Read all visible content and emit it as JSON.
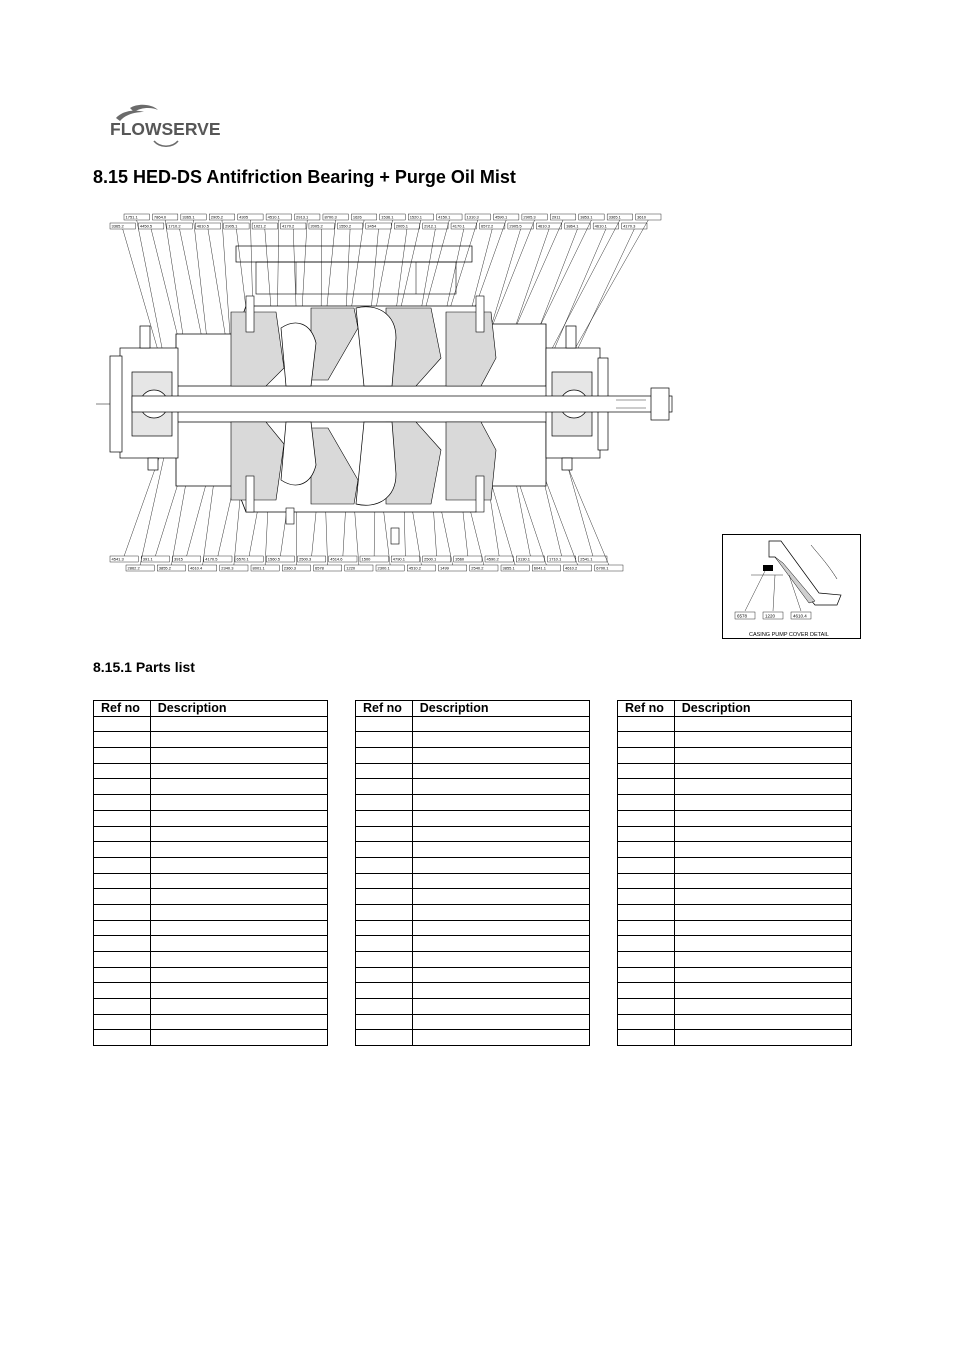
{
  "logo": {
    "text": "FLOWSERVE"
  },
  "heading": "8.15 HED-DS Antifriction Bearing + Purge Oil Mist",
  "detail_caption": "CASING PUMP COVER DETAIL",
  "detail_labels": [
    "6578",
    "1220",
    "4610.4"
  ],
  "callouts_top_row1": [
    "1751.1",
    "7864.0",
    "3365.1",
    "2905.2",
    "4305",
    "4510.1",
    "2913.1",
    "8700.3",
    "1626",
    "1536.1",
    "1520.1",
    "4150.1",
    "1310.3",
    "4590.1",
    "2905.3",
    "2911",
    "3853.1",
    "3365.1",
    "3610"
  ],
  "callouts_top_row2": [
    "3365.2",
    "4450.5",
    "1710.2",
    "4610.5",
    "2905.1",
    "1021.2",
    "4170.2",
    "2005.2",
    "1550.2",
    "3454",
    "2005.1",
    "2912.1",
    "4170.1",
    "6572.2",
    "2905.5",
    "4610.3",
    "3864.1",
    "4610.1",
    "4170.3"
  ],
  "callouts_bottom_row1": [
    "4541.3",
    "391.1",
    "3915",
    "4170.5",
    "6570.1",
    "1560.5",
    "2500.3",
    "4514.6",
    "1500",
    "4790.1",
    "2500.1",
    "3560",
    "4590.2",
    "3130.1",
    "1710.1",
    "2541.1"
  ],
  "callouts_bottom_row2": [
    "2862.2",
    "3855.2",
    "4610.4",
    "2340.3",
    "8001.1",
    "2360.3",
    "6578",
    "1220",
    "2300.1",
    "4510.2",
    "1499",
    "2540.2",
    "3855.1",
    "6041.1",
    "4610.2",
    "6700.1"
  ],
  "subheading": "8.15.1 Parts list",
  "tables": [
    {
      "header_ref": "Ref no",
      "header_desc": "Description"
    },
    {
      "header_ref": "Ref no",
      "header_desc": "Description"
    },
    {
      "header_ref": "Ref no",
      "header_desc": "Description"
    }
  ]
}
